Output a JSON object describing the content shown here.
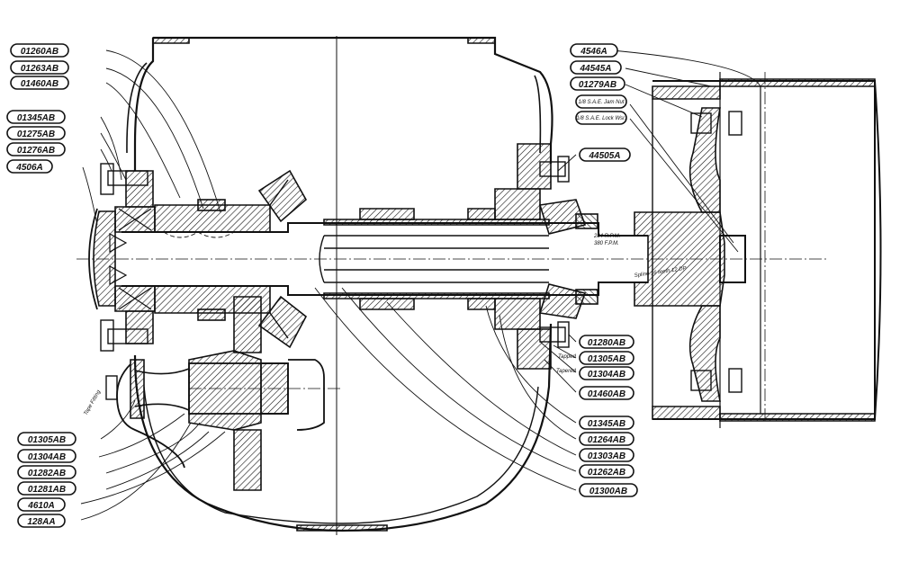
{
  "diagram": {
    "left_labels": [
      "01260AB",
      "01263AB",
      "01460AB",
      "01345AB",
      "01275AB",
      "01276AB",
      "4506A",
      "01305AB",
      "01304AB",
      "01282AB",
      "01281AB",
      "4610A",
      "128AA"
    ],
    "right_labels": [
      "4546A",
      "44545A",
      "01279AB",
      "44505A",
      "01280AB",
      "01305AB",
      "01304AB",
      "01460AB",
      "01345AB",
      "01264AB",
      "01303AB",
      "01262AB",
      "01300AB"
    ],
    "small_labels": [
      "1/8 S.A.E. Jam Nut",
      "1/8 S.A.E. Lock Wsr.",
      "Tape Fitting",
      "Tapered",
      "Tapped"
    ],
    "shaft_notes": {
      "speed": "284 R.P.M.",
      "speed2": "380 F.P.M.",
      "spline": "Spline 16 teeth 12 DP"
    }
  }
}
